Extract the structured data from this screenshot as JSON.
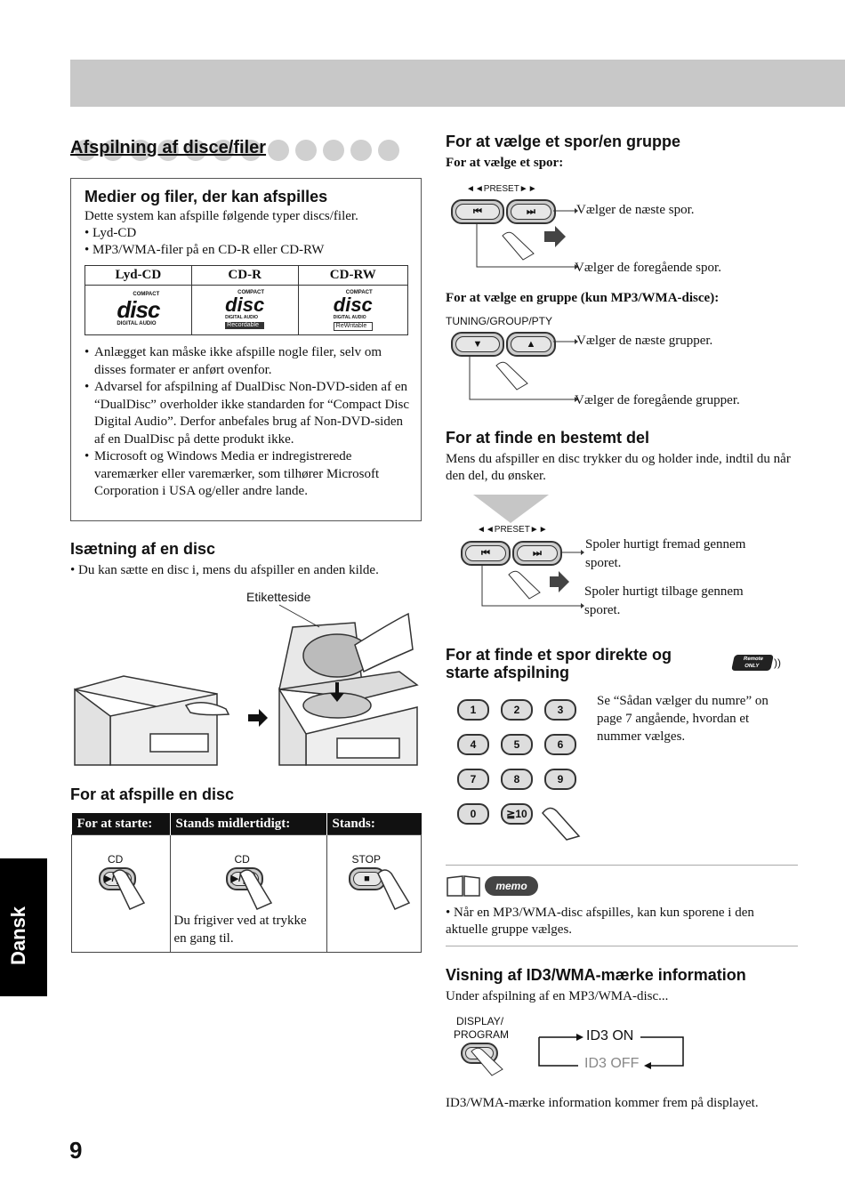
{
  "page_number": "9",
  "side_tab": "Dansk",
  "left": {
    "main_title": "Afspilning af disce/filer",
    "media_box": {
      "title": "Medier og filer, der kan afspilles",
      "intro": "Dette system kan afspille følgende typer discs/filer.",
      "bullets": [
        "• Lyd-CD",
        "• MP3/WMA-filer på en CD-R eller CD-RW"
      ],
      "table_headers": [
        "Lyd-CD",
        "CD-R",
        "CD-RW"
      ],
      "logos": [
        {
          "top": "COMPACT",
          "main": "disc",
          "sub": "DIGITAL AUDIO",
          "tag": ""
        },
        {
          "top": "COMPACT",
          "main": "disc",
          "sub": "DIGITAL AUDIO",
          "tag": "Recordable"
        },
        {
          "top": "COMPACT",
          "main": "disc",
          "sub": "DIGITAL AUDIO",
          "tag": "ReWritable"
        }
      ],
      "notes": [
        "Anlægget kan måske ikke afspille nogle filer, selv om disses formater er anført ovenfor.",
        "Advarsel for afspilning af DualDisc Non-DVD-siden af en “DualDisc” overholder ikke standarden for “Compact Disc Digital Audio”. Derfor anbefales brug af Non-DVD-siden af en DualDisc på dette produkt ikke.",
        "Microsoft og Windows Media er indregistrerede varemærker eller varemærker, som tilhører Microsoft Corporation i USA og/eller andre lande."
      ]
    },
    "insert": {
      "title": "Isætning af en disc",
      "text": "• Du kan sætte en disc i, mens du afspiller en anden kilde.",
      "label": "Etiketteside"
    },
    "play": {
      "title": "For at afspille en disc",
      "headers": [
        "For at starte:",
        "Stands midlertidigt:",
        "Stands:"
      ],
      "button_labels": [
        "CD",
        "CD",
        "STOP"
      ],
      "pause_note": "Du frigiver ved at trykke en gang til."
    }
  },
  "right": {
    "track": {
      "title": "For at vælge et spor/en gruppe",
      "sub1": "For at vælge et spor:",
      "preset_label": "◄◄PRESET►►",
      "next_track": "Vælger de næste spor.",
      "prev_track": "Vælger de foregående spor.",
      "sub2": "For at vælge en gruppe (kun MP3/WMA-disce):",
      "tuning_label": "TUNING/GROUP/PTY",
      "next_group": "Vælger de næste grupper.",
      "prev_group": "Vælger de foregående grupper."
    },
    "find": {
      "title": "For at finde en bestemt del",
      "text": "Mens du afspiller en disc trykker du og holder inde, indtil du når den del, du ønsker.",
      "preset_label": "◄◄PRESET►►",
      "ff": "Spoler hurtigt fremad gennem sporet.",
      "rew": "Spoler hurtigt tilbage gennem sporet."
    },
    "direct": {
      "title_line1": "For at finde et spor direkte og",
      "title_line2": "starte afspilning",
      "remote_badge": "Remote ONLY",
      "keys": [
        "1",
        "2",
        "3",
        "4",
        "5",
        "6",
        "7",
        "8",
        "9",
        "0",
        "≧10"
      ],
      "text": "Se “Sådan vælger du numre” on page 7 angående, hvordan et nummer vælges."
    },
    "memo": {
      "label": "memo",
      "text": "• Når en MP3/WMA-disc afspilles, kan kun sporene i den aktuelle gruppe vælges."
    },
    "id3": {
      "title": "Visning af ID3/WMA-mærke information",
      "intro": "Under afspilning af en MP3/WMA-disc...",
      "button_label_1": "DISPLAY/",
      "button_label_2": "PROGRAM",
      "on": "ID3 ON",
      "off": "ID3 OFF",
      "text": "ID3/WMA-mærke information kommer frem på displayet."
    }
  }
}
